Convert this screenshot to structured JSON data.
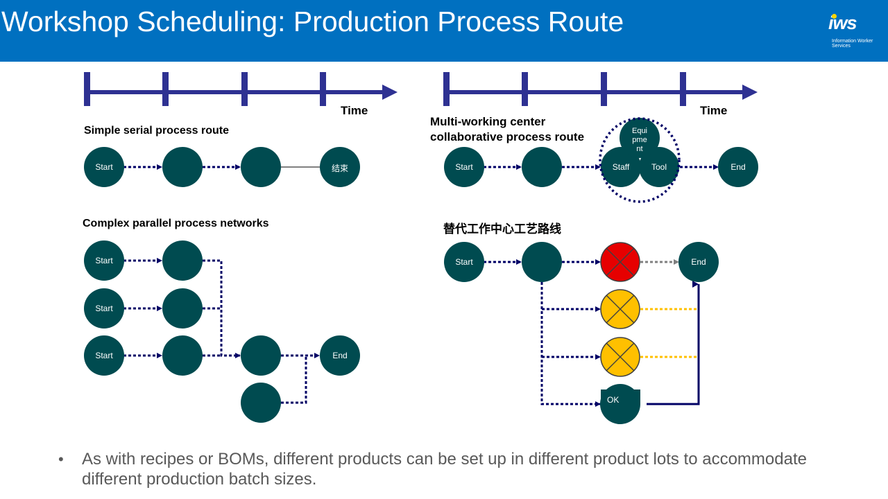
{
  "title": "Workshop Scheduling: Production Process Route",
  "logo": {
    "mark": "iws",
    "subtitle": "Information Worker Services"
  },
  "panels": {
    "serial": {
      "label": "Simple serial process route",
      "time_label": "Time",
      "nodes": [
        "Start",
        "",
        "",
        "结束"
      ]
    },
    "multi": {
      "label": "Multi-working center collaborative process route",
      "time_label": "Time",
      "nodes": [
        "Start",
        "",
        "Staff",
        "Equi pme nt",
        "Tool",
        "End"
      ]
    },
    "parallel": {
      "label": "Complex parallel process networks",
      "nodes": [
        "Start",
        "Start",
        "Start",
        "End"
      ]
    },
    "alternative": {
      "label": "替代工作中心工艺路线",
      "nodes": [
        "Start",
        "End",
        "OK"
      ]
    }
  },
  "colors": {
    "header": "#0070c0",
    "node": "#004b50",
    "arrow": "#000066",
    "axis": "#2e3192",
    "failed": "#e60000",
    "alternative": "#ffc000"
  },
  "bullet": "As with recipes or BOMs, different products can be set up in different product lots to accommodate different production batch sizes."
}
